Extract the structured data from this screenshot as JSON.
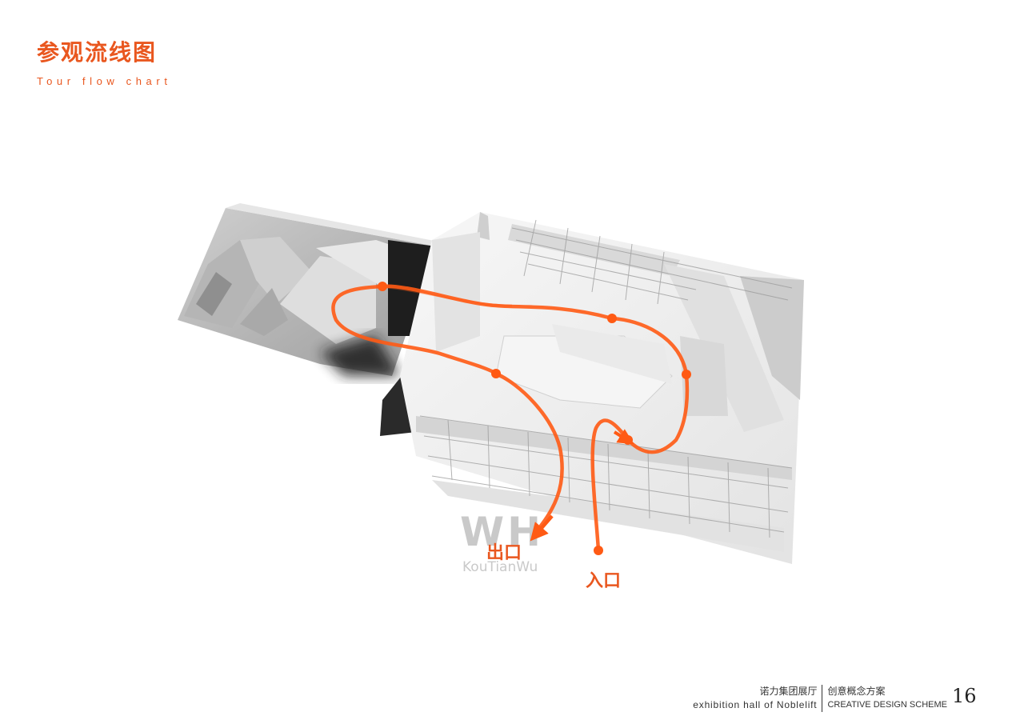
{
  "header": {
    "title_cn": "参观流线图",
    "title_en": "Tour flow chart"
  },
  "diagram": {
    "exit_label": "出口",
    "entrance_label": "入口",
    "watermark_logo": "WH",
    "watermark_text": "KouTianWu",
    "route_color": "#ff5a14",
    "stops_count": 6
  },
  "footer": {
    "project_cn": "诺力集团展厅",
    "project_en": "exhibition hall of Noblelift",
    "scheme_cn": "创意概念方案",
    "scheme_en": "CREATIVE DESIGN SCHEME",
    "page_number": "16"
  },
  "colors": {
    "accent": "#e9571f",
    "route": "#ff5a14",
    "model_light": "#f0f0f0",
    "model_shadow": "#bdbdbd",
    "model_dark": "#1e1e1e"
  }
}
